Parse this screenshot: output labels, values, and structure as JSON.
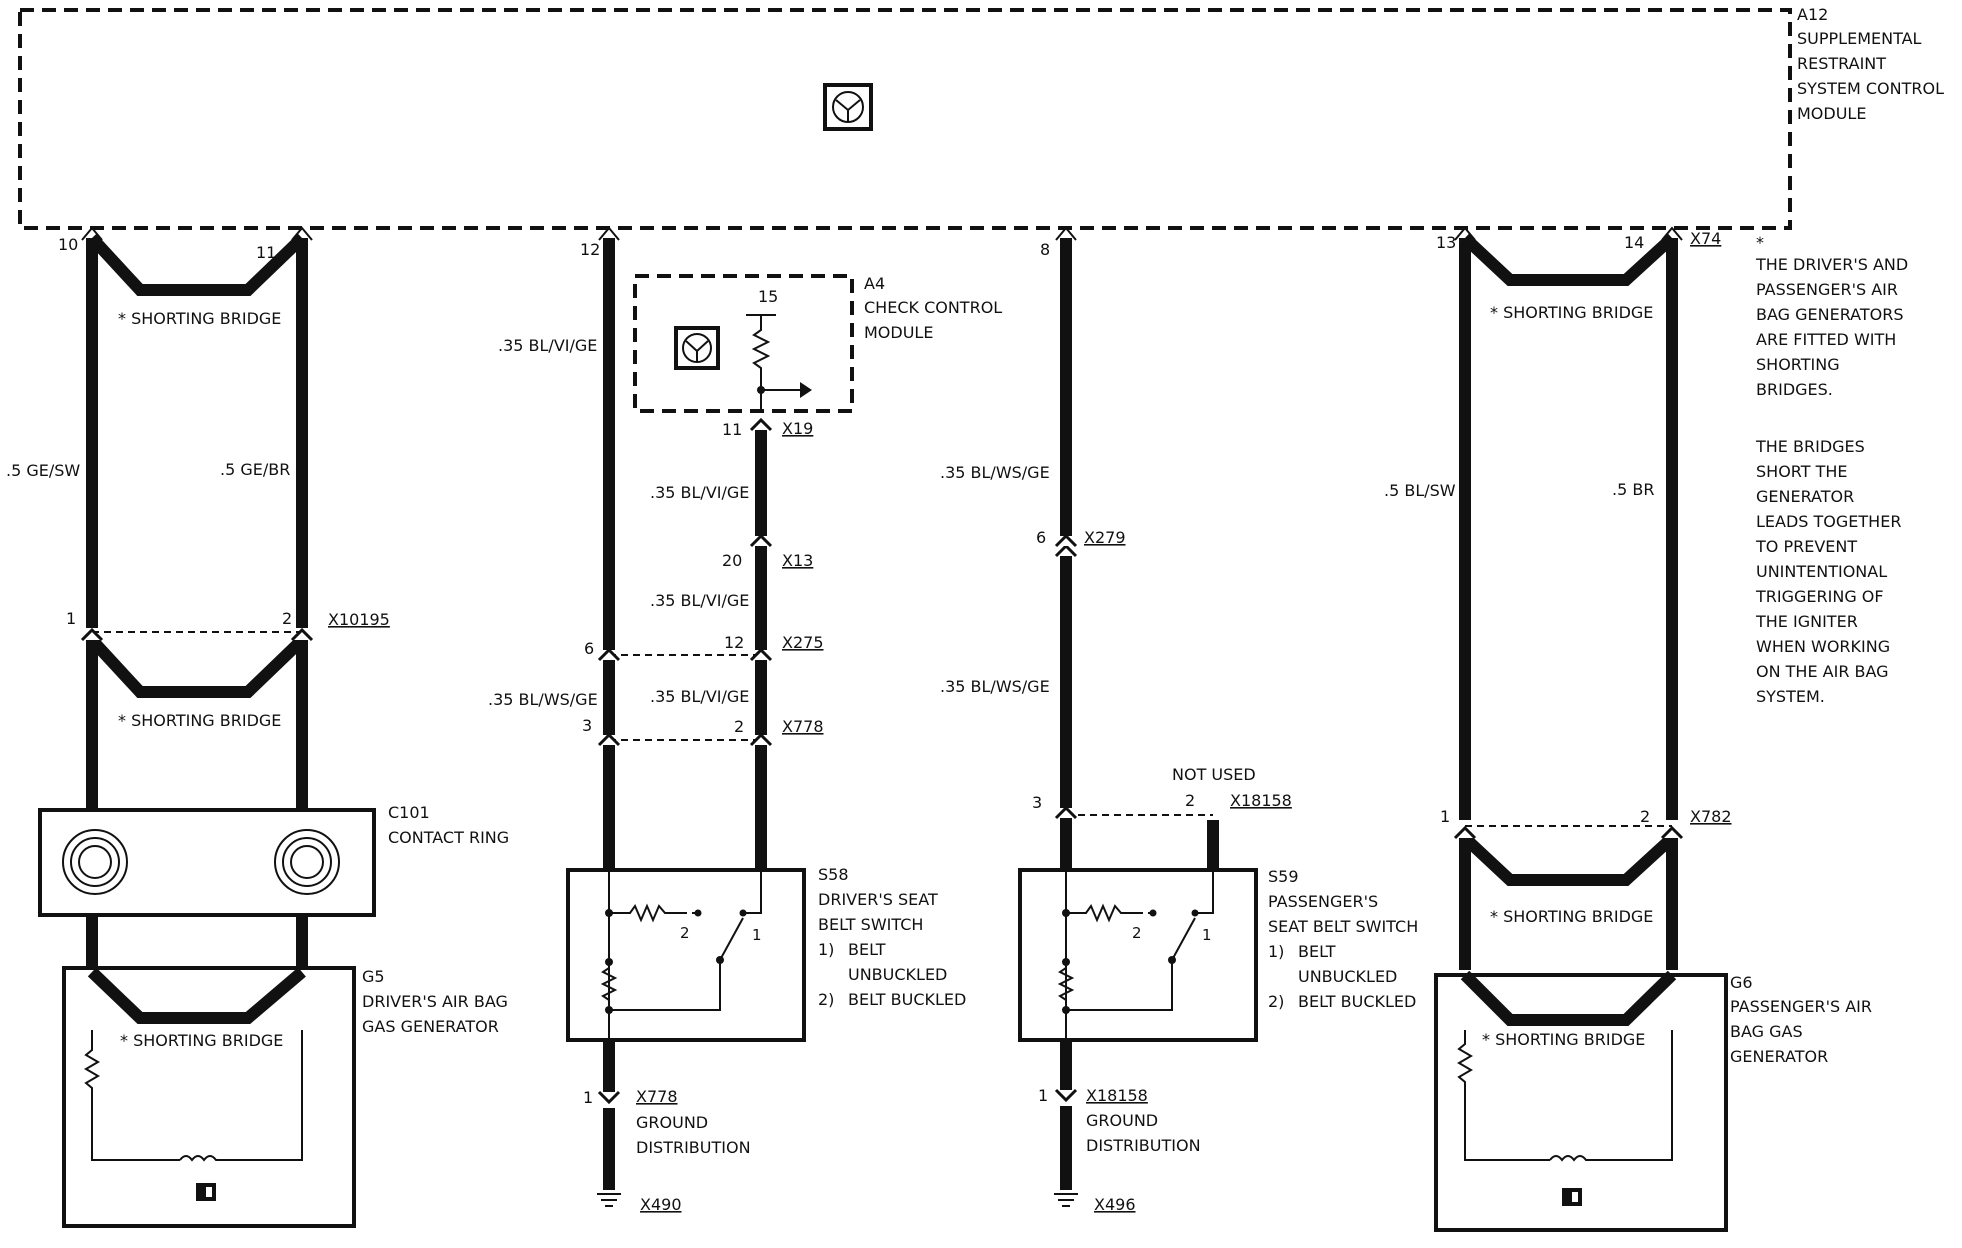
{
  "modules": {
    "a12": {
      "lines": [
        "A12",
        "SUPPLEMENTAL",
        "RESTRAINT",
        "SYSTEM CONTROL",
        "MODULE"
      ]
    },
    "a4": {
      "lines": [
        "A4",
        "CHECK CONTROL",
        "MODULE"
      ]
    }
  },
  "pins": {
    "p10": "10",
    "p11": "11",
    "p12": "12",
    "p8": "8",
    "p13": "13",
    "p14": "14",
    "p15": "15",
    "p11b": "11",
    "p20": "20",
    "p6a": "6",
    "p12b": "12",
    "p3a": "3",
    "p2a": "2",
    "p1a": "1",
    "p2b": "2",
    "p6b": "6",
    "p3b": "3",
    "p2c": "2",
    "p1b": "1",
    "p2d": "2",
    "p1c": "1",
    "p1d": "1",
    "sw_s58_1": "1",
    "sw_s58_2": "2",
    "sw_s59_1": "1",
    "sw_s59_2": "2"
  },
  "connectors": {
    "x74": "X74",
    "x19": "X19",
    "x13": "X13",
    "x275": "X275",
    "x778a": "X778",
    "x10195": "X10195",
    "x279": "X279",
    "x18158a": "X18158",
    "x782": "X782",
    "x778b": "X778",
    "x18158b": "X18158",
    "x490": "X490",
    "x496": "X496"
  },
  "wires": {
    "w_ge_sw": ".5 GE/SW",
    "w_ge_br": ".5 GE/BR",
    "w_blvige_1": ".35 BL/VI/GE",
    "w_blvige_2": ".35 BL/VI/GE",
    "w_blvige_3": ".35 BL/VI/GE",
    "w_blvige_4": ".35 BL/VI/GE",
    "w_blwsge_1": ".35 BL/WS/GE",
    "w_blwsge_2": ".35 BL/WS/GE",
    "w_blwsge_3": ".35 BL/WS/GE",
    "w_bl_sw": ".5 BL/SW",
    "w_br": ".5 BR"
  },
  "components": {
    "c101": [
      "C101",
      "CONTACT RING"
    ],
    "g5": [
      "G5",
      "DRIVER'S AIR BAG",
      "GAS GENERATOR"
    ],
    "g6": [
      "G6",
      "PASSENGER'S AIR",
      "BAG GAS",
      "GENERATOR"
    ],
    "s58": [
      "S58",
      "DRIVER'S SEAT",
      "BELT SWITCH"
    ],
    "s58_legend": [
      "1)",
      "BELT",
      "UNBUCKLED",
      "2)",
      "BELT BUCKLED"
    ],
    "s59": [
      "S59",
      "PASSENGER'S",
      "SEAT BELT SWITCH"
    ],
    "s59_legend": [
      "1)",
      "BELT",
      "UNBUCKLED",
      "2)",
      "BELT BUCKLED"
    ]
  },
  "labels": {
    "shorting_bridge": "* SHORTING BRIDGE",
    "not_used": "NOT USED",
    "ground_dist": [
      "GROUND",
      "DISTRIBUTION"
    ]
  },
  "note": {
    "star": "*",
    "para1": [
      "THE DRIVER'S AND",
      "PASSENGER'S AIR",
      "BAG GENERATORS",
      "ARE FITTED WITH",
      "SHORTING",
      "BRIDGES."
    ],
    "para2": [
      "THE BRIDGES",
      "SHORT THE",
      "GENERATOR",
      "LEADS TOGETHER",
      "TO PREVENT",
      "UNINTENTIONAL",
      "TRIGGERING OF",
      "THE IGNITER",
      "WHEN WORKING",
      "ON THE AIR BAG",
      "SYSTEM."
    ]
  }
}
